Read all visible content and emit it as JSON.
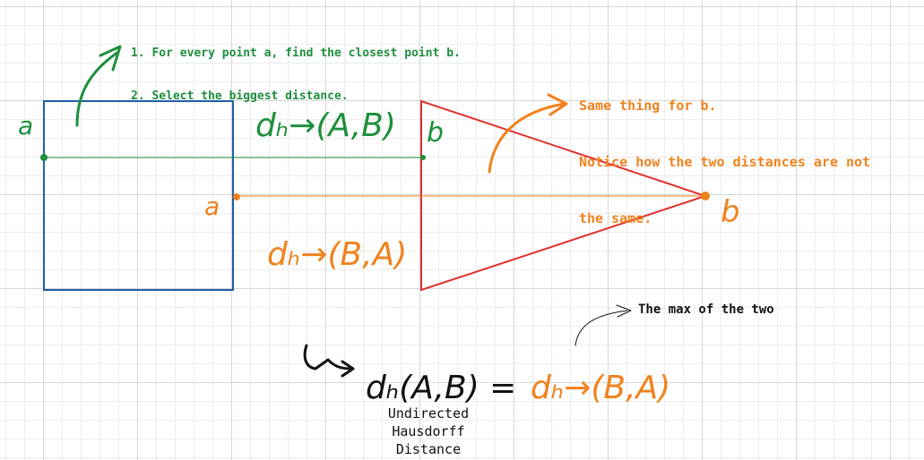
{
  "notes": {
    "green_steps": [
      "1. For every point a, find the closest point b.",
      "2. Select the biggest distance."
    ],
    "orange": [
      "Same thing for b.",
      "Notice how the two distances are not",
      "the same."
    ],
    "black": "The max of the two"
  },
  "labels": {
    "point_a_green": "a",
    "point_b_green": "b",
    "point_a_orange": "a",
    "point_b_orange": "b",
    "formula_green": "dₕ→(A,B)",
    "formula_orange": "dₕ→(B,A)",
    "formula_final_left": "dₕ(A,B) =",
    "formula_final_right": "dₕ→(B,A)"
  },
  "caption": [
    "Undirected",
    "Hausdorff",
    "Distance"
  ],
  "colors": {
    "green": "#1e8f3c",
    "orange": "#f0821e",
    "blue": "#1f5fa8",
    "red": "#e03030",
    "black": "#111111",
    "grid_major": "#d6d6d6",
    "grid_minor": "#ececec"
  }
}
